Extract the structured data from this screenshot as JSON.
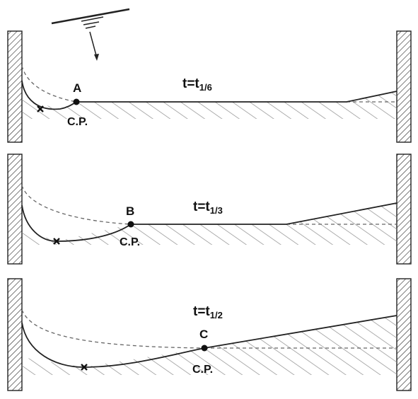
{
  "panels": [
    {
      "time_label": "t=t",
      "time_subscript": "1/6",
      "point_label": "A",
      "cp_label": "C.P."
    },
    {
      "time_label": "t=t",
      "time_subscript": "1/3",
      "point_label": "B",
      "cp_label": "C.P."
    },
    {
      "time_label": "t=t",
      "time_subscript": "1/2",
      "point_label": "C",
      "cp_label": "C.P."
    }
  ],
  "colors": {
    "ink": "#222222",
    "hatch": "#8c8c8c",
    "dash": "#666666"
  },
  "icons": {
    "light_source": "sun-ray-icon",
    "minimum_marker": "cross-icon"
  }
}
